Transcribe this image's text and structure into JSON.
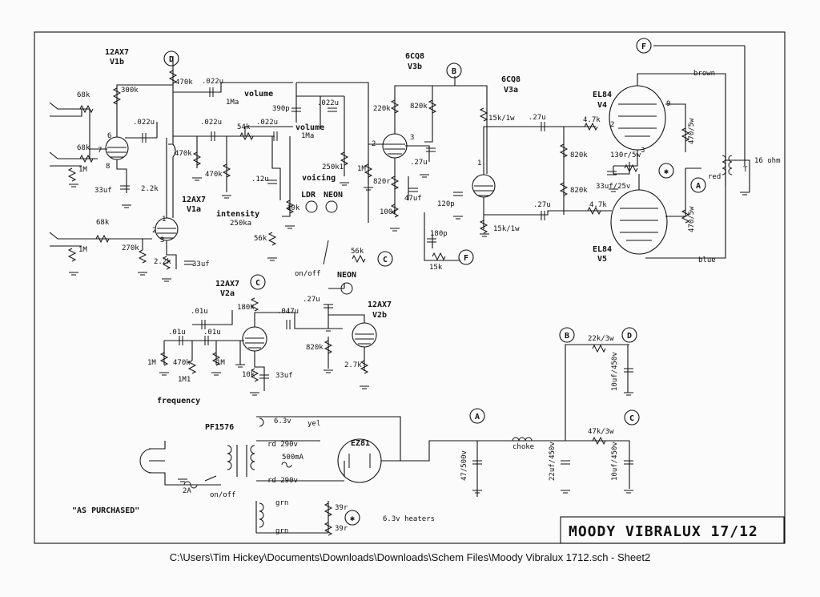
{
  "title": "MOODY VIBRALUX 17/12",
  "note": "\"AS PURCHASED\"",
  "footer": "C:\\Users\\Tim Hickey\\Documents\\Downloads\\Downloads\\Schem Files\\Moody Vibralux 1712.sch  -  Sheet2",
  "tubes": {
    "v1b": [
      "12AX7",
      "V1b"
    ],
    "v1a": [
      "12AX7",
      "V1a"
    ],
    "v3b": [
      "6CQ8",
      "V3b"
    ],
    "v3a": [
      "6CQ8",
      "V3a"
    ],
    "v4": [
      "EL84",
      "V4"
    ],
    "v5": [
      "EL84",
      "V5"
    ],
    "v2a": [
      "12AX7",
      "V2a"
    ],
    "v2b": [
      "12AX7",
      "V2b"
    ],
    "ez81": "EZ81"
  },
  "nodes": {
    "A": "A",
    "B": "B",
    "C": "C",
    "D": "D",
    "F": "F",
    "star": "✱"
  },
  "controls": {
    "volume": "volume",
    "volume_pot": "1Ma",
    "volume2": "volume",
    "volume2_pot": "1Ma",
    "voicing": "voicing",
    "voicing_pot": "250k1",
    "intensity": "intensity",
    "intensity_pot": "250ka",
    "frequency": "frequency",
    "frequency_pot": "1M1",
    "ldr": "LDR",
    "neon": "NEON",
    "neon2": "NEON",
    "onoff": "on/off"
  },
  "components": {
    "r68k_a": "68k",
    "r68k_b": "68k",
    "r1m_a": "1M",
    "r300k": "300k",
    "c022_a": ".022u",
    "r470k_a": "470k",
    "c022_b": ".022u",
    "r2_2k_a": "2.2k",
    "c33uf_a": "33uf",
    "c022_c": ".022u",
    "r470k_b": "470k",
    "r54k": "54k",
    "c022_d": ".022u",
    "c390p": "390p",
    "r470k_c": "470k",
    "c12u": ".12u",
    "r10k_a": "10k",
    "r56k_a": "56k",
    "r68k_c": "68k",
    "r1m_b": "1M",
    "r270k": "270k",
    "r2_2k_b": "2.2k",
    "c33uf_b": "33uf",
    "c022_e": ".022u",
    "r1m_c": "1M",
    "r220k": "220k",
    "r820k_a": "820k",
    "c27u_a": ".27u",
    "r820r": "820r",
    "c47uf": "47uf",
    "r100r": "100r",
    "c120p": "120p",
    "c180p": "180p",
    "r15k": "15k",
    "r56k_b": "56k",
    "r15k1w_a": "15k/1w",
    "c27u_b": ".27u",
    "r4_7k_a": "4.7k",
    "r820k_b": "820k",
    "r820k_c": "820k",
    "c27u_c": ".27u",
    "r4_7k_b": "4.7k",
    "r15k1w_b": "15k/1w",
    "r130r": "130r/5w",
    "c33uf25": "33uf/25v",
    "r470_5w_a": "470/5w",
    "r470_5w_b": "470/5w",
    "brown": "brown",
    "blue": "blue",
    "red": "red",
    "ohm16": "16 ohm",
    "tee": "T",
    "c01_a": ".01u",
    "r180k": "180k",
    "c047": ".047u",
    "c01_b": ".01u",
    "c01_c": ".01u",
    "r1m_d": "1M",
    "r470k_d": "470k",
    "r1m_e": "1M",
    "r10k_b": "10k",
    "c33uf_c": "33uf",
    "c27u_d": ".27u",
    "r820k_d": "820k",
    "r2_7k": "2.7k",
    "r22k3w": "22k/3w",
    "c10uf_a": "10uf/450v",
    "c47uf500": "47/500v",
    "choke": "choke",
    "c22uf": "22uf/450v",
    "r47k3w": "47k/3w",
    "c10uf_b": "10uf/450v",
    "pt": "PF1576",
    "h63": "6.3v",
    "yel": "yel",
    "rd290_a": "rd 290v",
    "ma500": "500mA",
    "rd290_b": "rd 290v",
    "fuse": "2A",
    "onoff2": "on/off",
    "grn_a": "grn",
    "grn_b": "grn",
    "r39_a": "39r",
    "r39_b": "39r",
    "heaters": "6.3v heaters",
    "pin6": "6",
    "pin7": "7",
    "pin8": "8",
    "pin1": "1",
    "pin2": "2",
    "pin3": "3",
    "pin9": "9",
    "pin_r2": "2",
    "pin_r3": "3",
    "pin_n1": "1",
    "pin_n2": "2",
    "pin_n3": "3"
  },
  "colors": {
    "ink": "#111111",
    "paper": "#fbfbfb"
  }
}
